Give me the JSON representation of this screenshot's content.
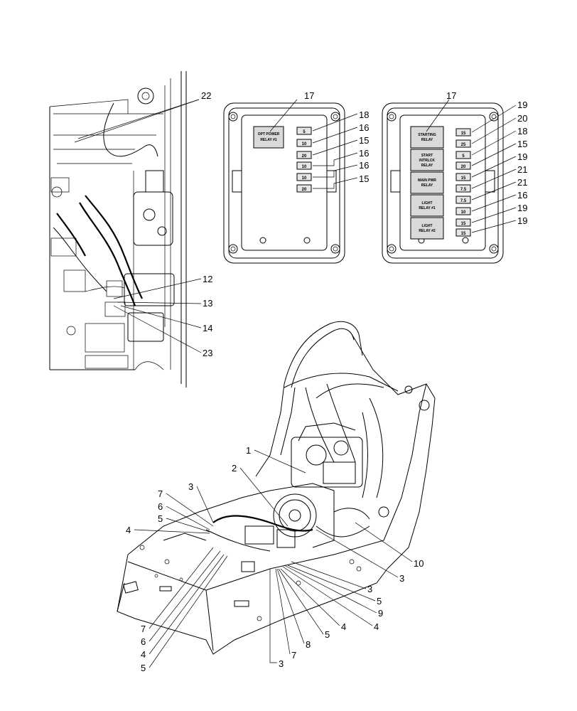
{
  "fuse_box_left": {
    "relays": [
      {
        "label_line1": "OPT POWER",
        "label_line2": "RELAY #1"
      }
    ],
    "fuses": [
      "5",
      "10",
      "20",
      "10",
      "10",
      "20"
    ],
    "callouts": [
      "18",
      "16",
      "15",
      "16",
      "16",
      "15"
    ],
    "top_callout": "17"
  },
  "fuse_box_right": {
    "relays": [
      {
        "label_line1": "STARTING",
        "label_line2": "RELAY"
      },
      {
        "label_line1": "START",
        "label_line2": "INTRLCK",
        "label_line3": "RELAY"
      },
      {
        "label_line1": "MAIN PWR",
        "label_line2": "RELAY"
      },
      {
        "label_line1": "LIGHT",
        "label_line2": "RELAY #1"
      },
      {
        "label_line1": "LIGHT",
        "label_line2": "RELAY #2"
      }
    ],
    "fuses": [
      "15",
      "25",
      "5",
      "20",
      "15",
      "7.5",
      "7.5",
      "10",
      "15",
      "15"
    ],
    "callouts": [
      "19",
      "20",
      "18",
      "15",
      "19",
      "21",
      "21",
      "16",
      "19",
      "19"
    ],
    "top_callout": "17"
  },
  "detail_view": {
    "callouts": [
      "22",
      "12",
      "13",
      "14",
      "23"
    ]
  },
  "main_view": {
    "callouts": [
      "1",
      "2",
      "3",
      "7",
      "6",
      "5",
      "4",
      "10",
      "3",
      "3",
      "5",
      "9",
      "4",
      "4",
      "5",
      "8",
      "7",
      "3",
      "7",
      "6",
      "4",
      "5"
    ]
  }
}
